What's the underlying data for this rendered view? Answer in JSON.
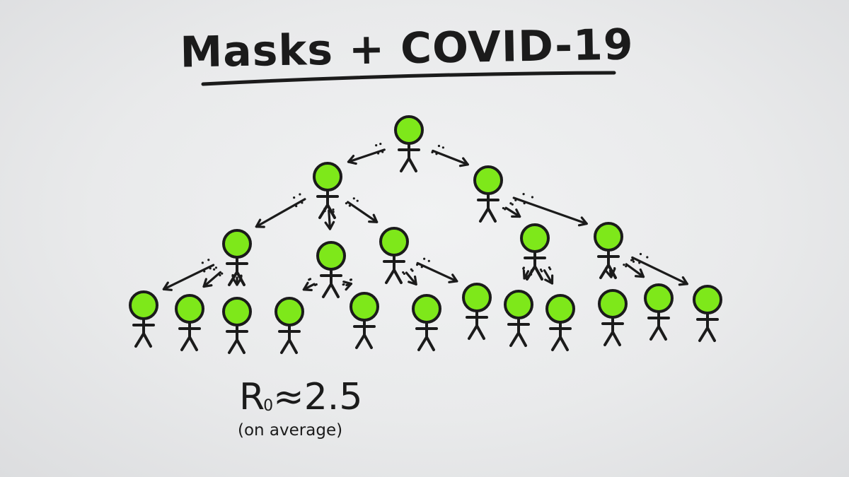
{
  "title": "Masks + COVID-19",
  "r0": {
    "symbol": "R",
    "subscript": "0",
    "approx": "≈",
    "value": "2.5",
    "note": "(on average)"
  },
  "tree": {
    "person_color": "#7ee81a",
    "ink_color": "#1b1b1b",
    "people": [
      {
        "id": "p0"
      },
      {
        "id": "p1"
      },
      {
        "id": "p2"
      },
      {
        "id": "p3"
      },
      {
        "id": "p4"
      },
      {
        "id": "p5"
      },
      {
        "id": "p6"
      },
      {
        "id": "p7"
      },
      {
        "id": "p8"
      },
      {
        "id": "p9"
      },
      {
        "id": "p10"
      },
      {
        "id": "p11"
      },
      {
        "id": "p12"
      },
      {
        "id": "p13"
      },
      {
        "id": "p14"
      },
      {
        "id": "p15"
      },
      {
        "id": "p16"
      },
      {
        "id": "p17"
      },
      {
        "id": "p18"
      },
      {
        "id": "p19"
      }
    ],
    "transmissions": [
      [
        "p0",
        "p1"
      ],
      [
        "p0",
        "p2"
      ],
      [
        "p1",
        "p3"
      ],
      [
        "p1",
        "p4"
      ],
      [
        "p1",
        "p5"
      ],
      [
        "p2",
        "p6"
      ],
      [
        "p2",
        "p7"
      ],
      [
        "p3",
        "p8"
      ],
      [
        "p3",
        "p9"
      ],
      [
        "p3",
        "p10"
      ],
      [
        "p4",
        "p11"
      ],
      [
        "p4",
        "p12"
      ],
      [
        "p5",
        "p13"
      ],
      [
        "p5",
        "p14"
      ],
      [
        "p6",
        "p15"
      ],
      [
        "p6",
        "p16"
      ],
      [
        "p7",
        "p17"
      ],
      [
        "p7",
        "p18"
      ],
      [
        "p7",
        "p19"
      ]
    ]
  }
}
